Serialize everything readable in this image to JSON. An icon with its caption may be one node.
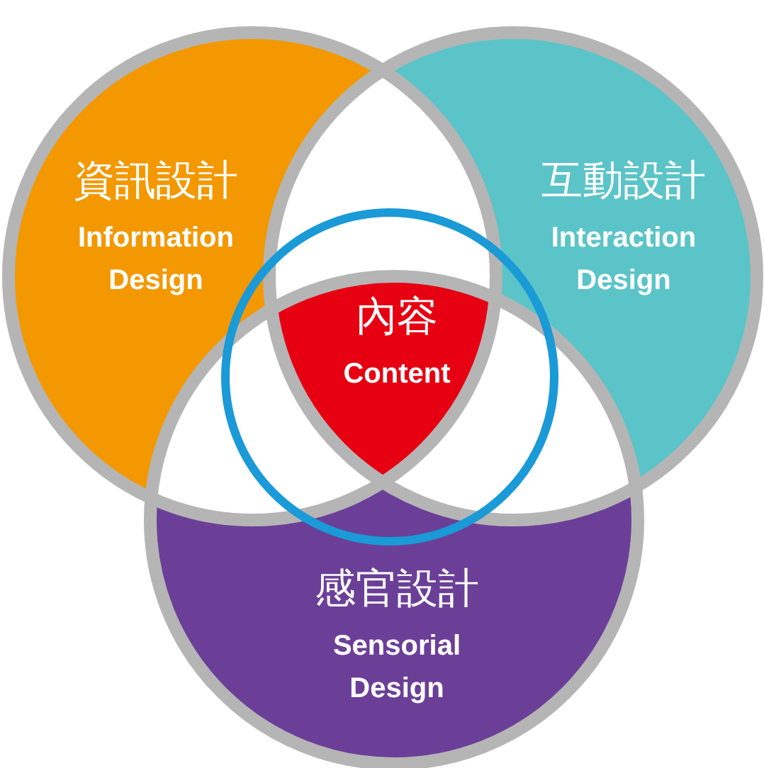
{
  "diagram": {
    "nodes": [
      {
        "text": [
          "資訊設計",
          "Information Design"
        ]
      },
      {
        "text": [
          "互動設計",
          "Interaction Design"
        ]
      },
      {
        "text": [
          "感官設計",
          "Sensorial Design"
        ]
      },
      {
        "text": [
          "內容",
          "Content"
        ]
      }
    ],
    "edges": []
  }
}
